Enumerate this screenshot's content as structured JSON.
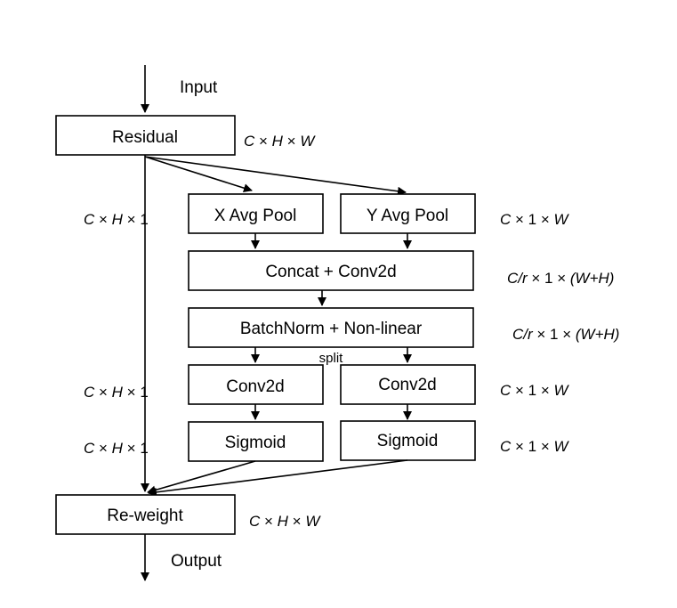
{
  "colors": {
    "stroke": "#000000",
    "background": "#ffffff"
  },
  "labels": {
    "input": "Input",
    "output": "Output",
    "split": "split"
  },
  "blocks": {
    "residual": "Residual",
    "x_avg_pool": "X Avg Pool",
    "y_avg_pool": "Y Avg Pool",
    "concat_conv": "Concat + Conv2d",
    "bn_nonlinear": "BatchNorm + Non-linear",
    "conv_left": "Conv2d",
    "conv_right": "Conv2d",
    "sigmoid_left": "Sigmoid",
    "sigmoid_right": "Sigmoid",
    "reweight": "Re-weight"
  },
  "dims": {
    "residual_out": {
      "a": "C",
      "b": "H",
      "c": "W"
    },
    "skip_1": {
      "a": "C",
      "b": "H",
      "c": "1"
    },
    "pool_out": {
      "a": "C",
      "b": "1",
      "c": "W"
    },
    "concat_out": {
      "a": "C/r",
      "b": "1",
      "c": "(W+H)"
    },
    "bn_out": {
      "a": "C/r",
      "b": "1",
      "c": "(W+H)"
    },
    "skip_2": {
      "a": "C",
      "b": "H",
      "c": "1"
    },
    "conv_out": {
      "a": "C",
      "b": "1",
      "c": "W"
    },
    "skip_3": {
      "a": "C",
      "b": "H",
      "c": "1"
    },
    "sigmoid_out": {
      "a": "C",
      "b": "1",
      "c": "W"
    },
    "reweight_out": {
      "a": "C",
      "b": "H",
      "c": "W"
    }
  },
  "times_symbol": "×"
}
